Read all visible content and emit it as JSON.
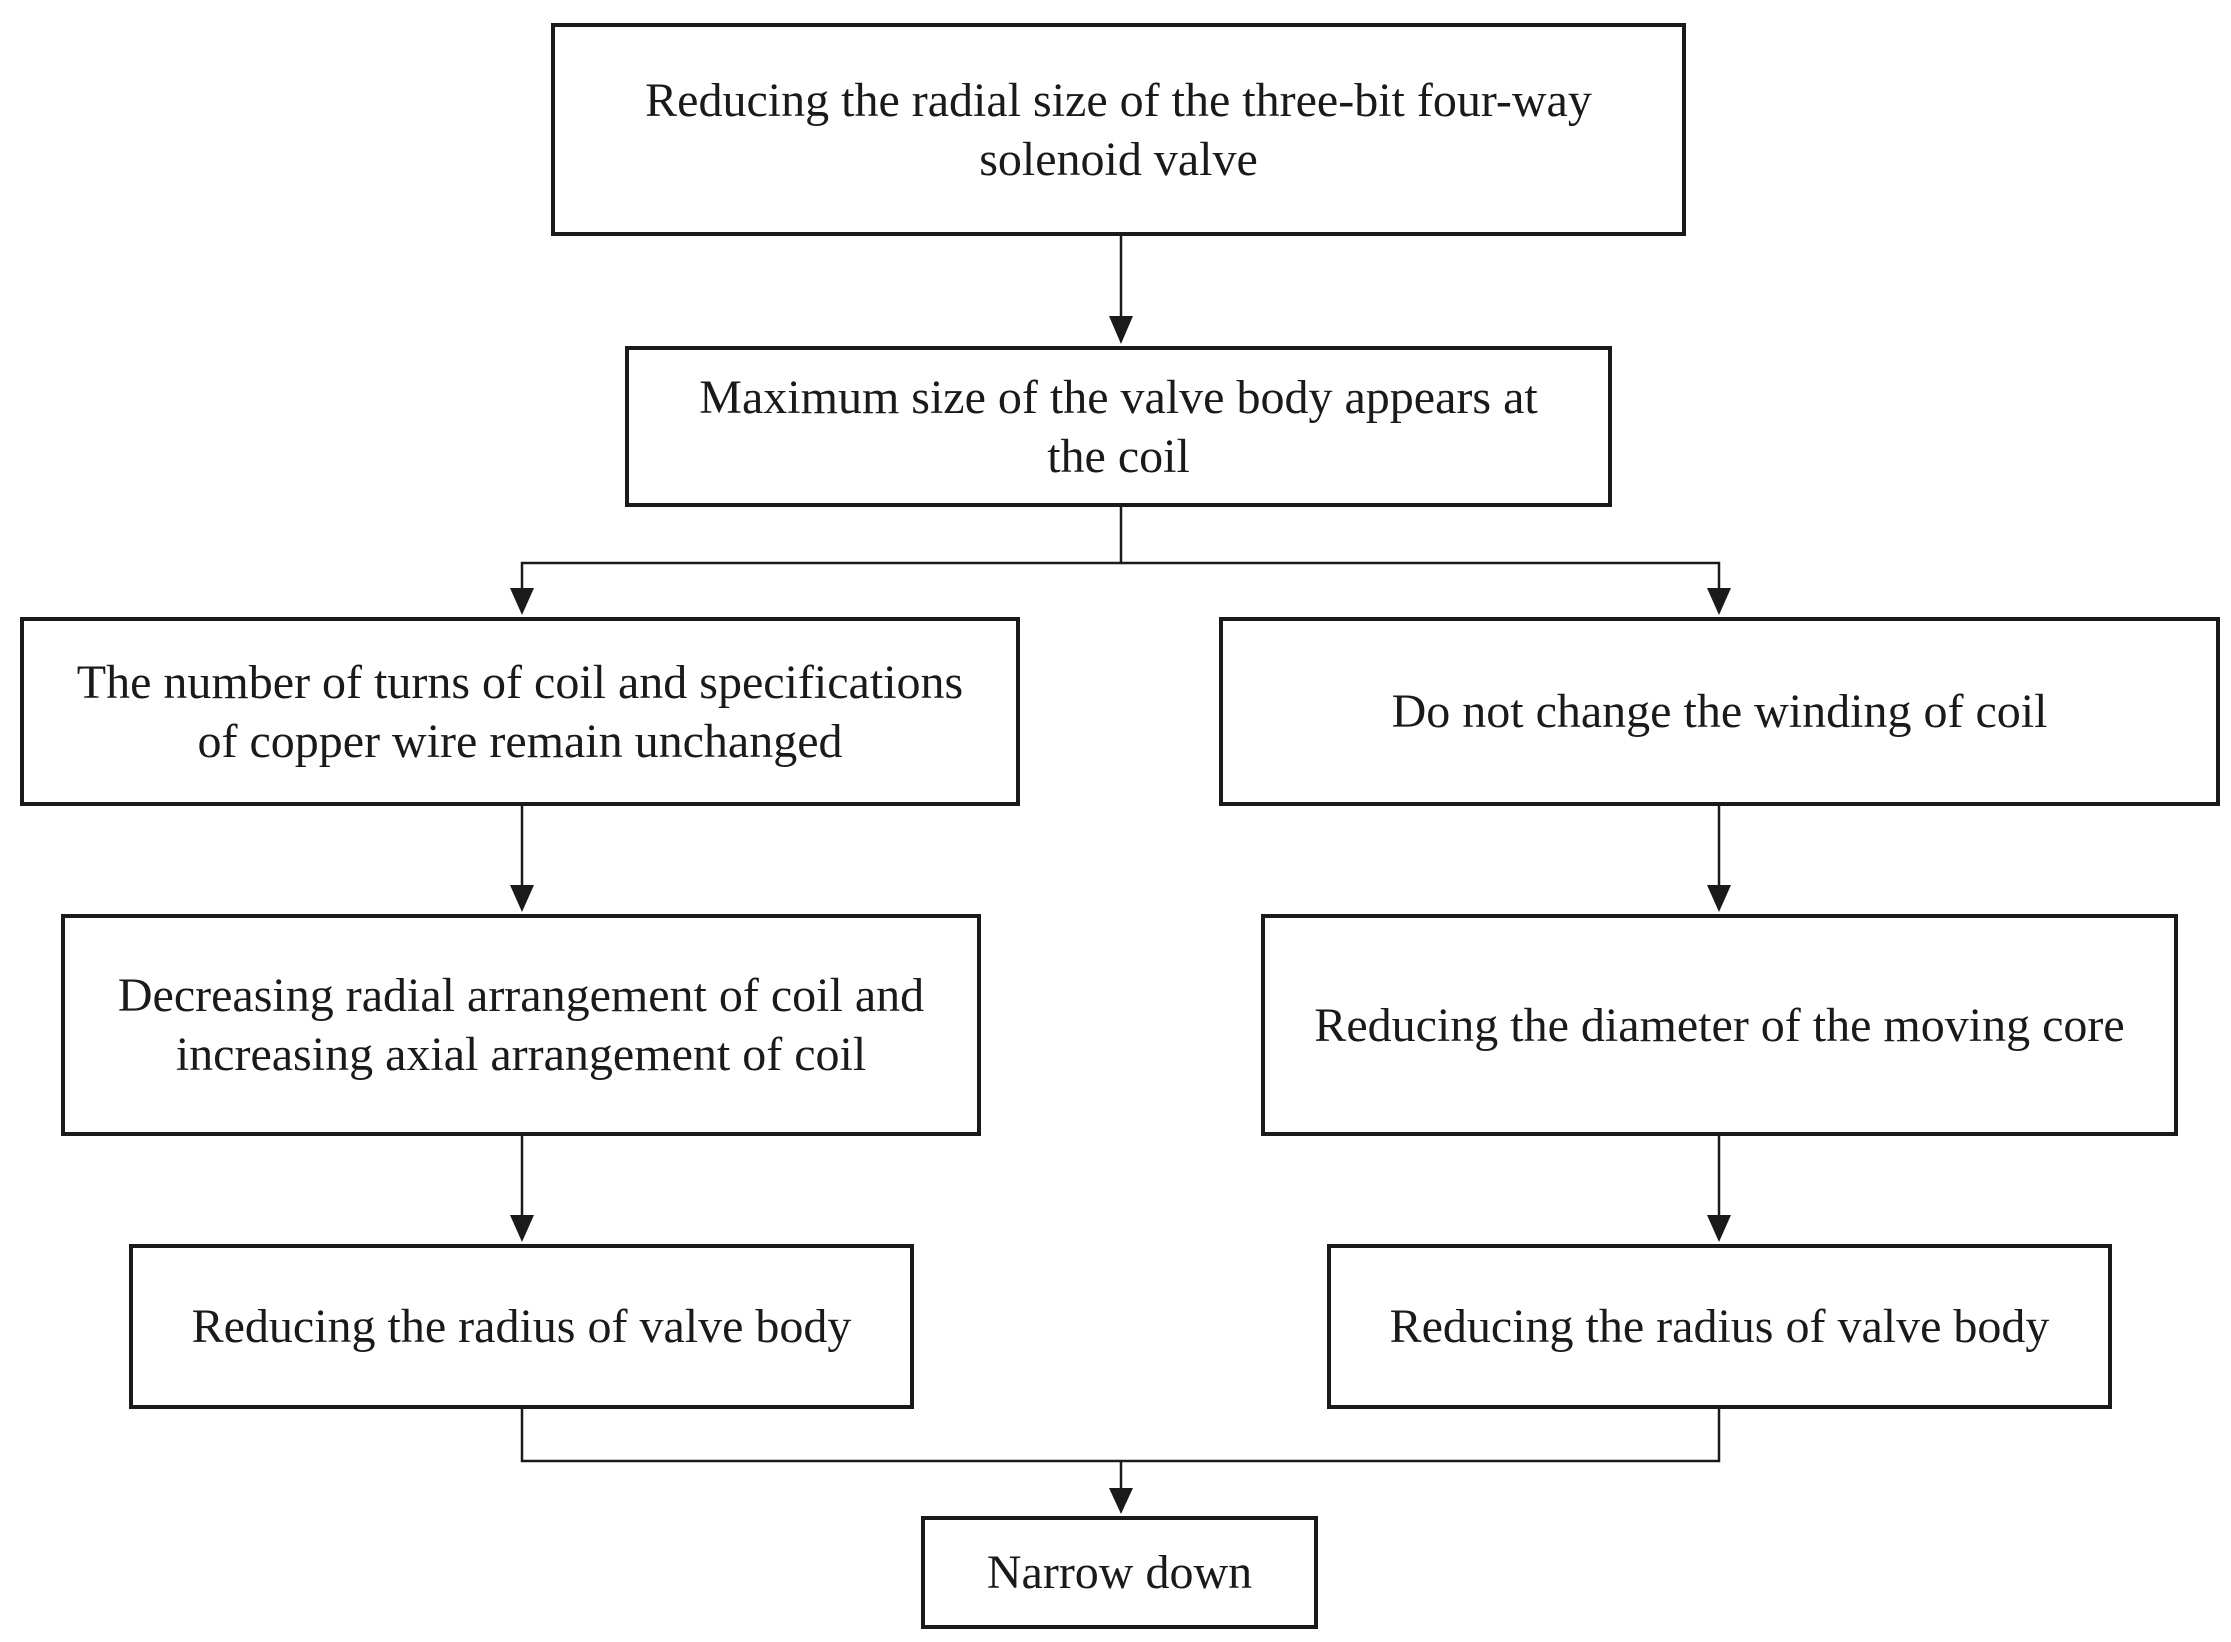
{
  "nodes": {
    "top": "Reducing the radial size of the three-bit four-way solenoid valve",
    "max_size": "Maximum size of the valve body appears at the coil",
    "left_1": "The number of turns of coil and specifications of copper wire remain unchanged",
    "right_1": "Do not change the winding of coil",
    "left_2": "Decreasing  radial arrangement of coil and increasing axial arrangement of coil",
    "right_2": "Reducing the diameter of the moving core",
    "left_3": "Reducing the radius of valve body",
    "right_3": "Reducing the radius of valve body",
    "bottom": "Narrow down"
  },
  "colors": {
    "line": "#1a1a1a",
    "box_border": "#1a1a1a",
    "background": "#ffffff"
  }
}
